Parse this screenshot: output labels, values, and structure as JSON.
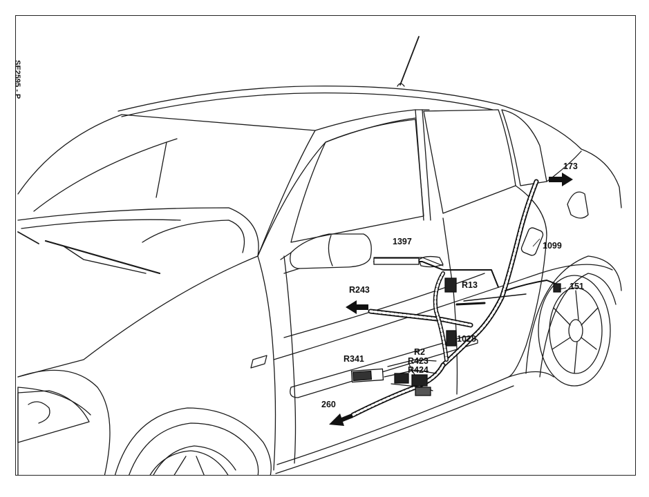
{
  "drawing": {
    "reference": "SE2595 - P"
  },
  "callouts": [
    {
      "id": "173",
      "text": "173"
    },
    {
      "id": "1397",
      "text": "1397"
    },
    {
      "id": "1099",
      "text": "1099"
    },
    {
      "id": "R243",
      "text": "R243"
    },
    {
      "id": "R13",
      "text": "R13"
    },
    {
      "id": "151",
      "text": "151"
    },
    {
      "id": "1028",
      "text": "1028"
    },
    {
      "id": "R2",
      "text": "R2"
    },
    {
      "id": "R341",
      "text": "R341"
    },
    {
      "id": "R423",
      "text": "R423"
    },
    {
      "id": "R424",
      "text": "R424"
    },
    {
      "id": "260",
      "text": "260"
    }
  ],
  "style": {
    "line_color": "#1a1a1a",
    "background": "#ffffff"
  }
}
